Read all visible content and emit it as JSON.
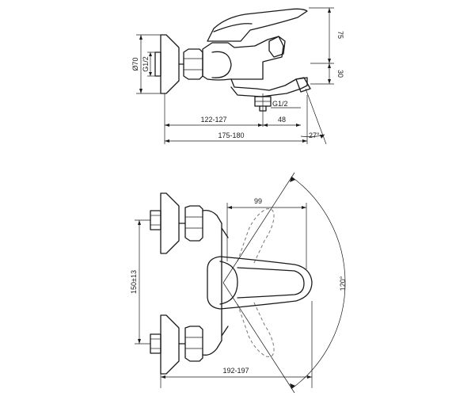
{
  "drawing": {
    "side_view": {
      "dimensions": {
        "height_top": "75",
        "height_spout": "30",
        "flange_diameter": "Ø70",
        "inlet_thread": "G1/2",
        "outlet_thread": "G1/2",
        "projection_body": "122-127",
        "projection_outlet": "48",
        "projection_total": "175-180",
        "outlet_angle": "27°"
      }
    },
    "front_view": {
      "dimensions": {
        "lever_offset": "99",
        "inlet_centres": "150±13",
        "total_depth": "192-197",
        "lever_rotation": "120°"
      }
    }
  }
}
